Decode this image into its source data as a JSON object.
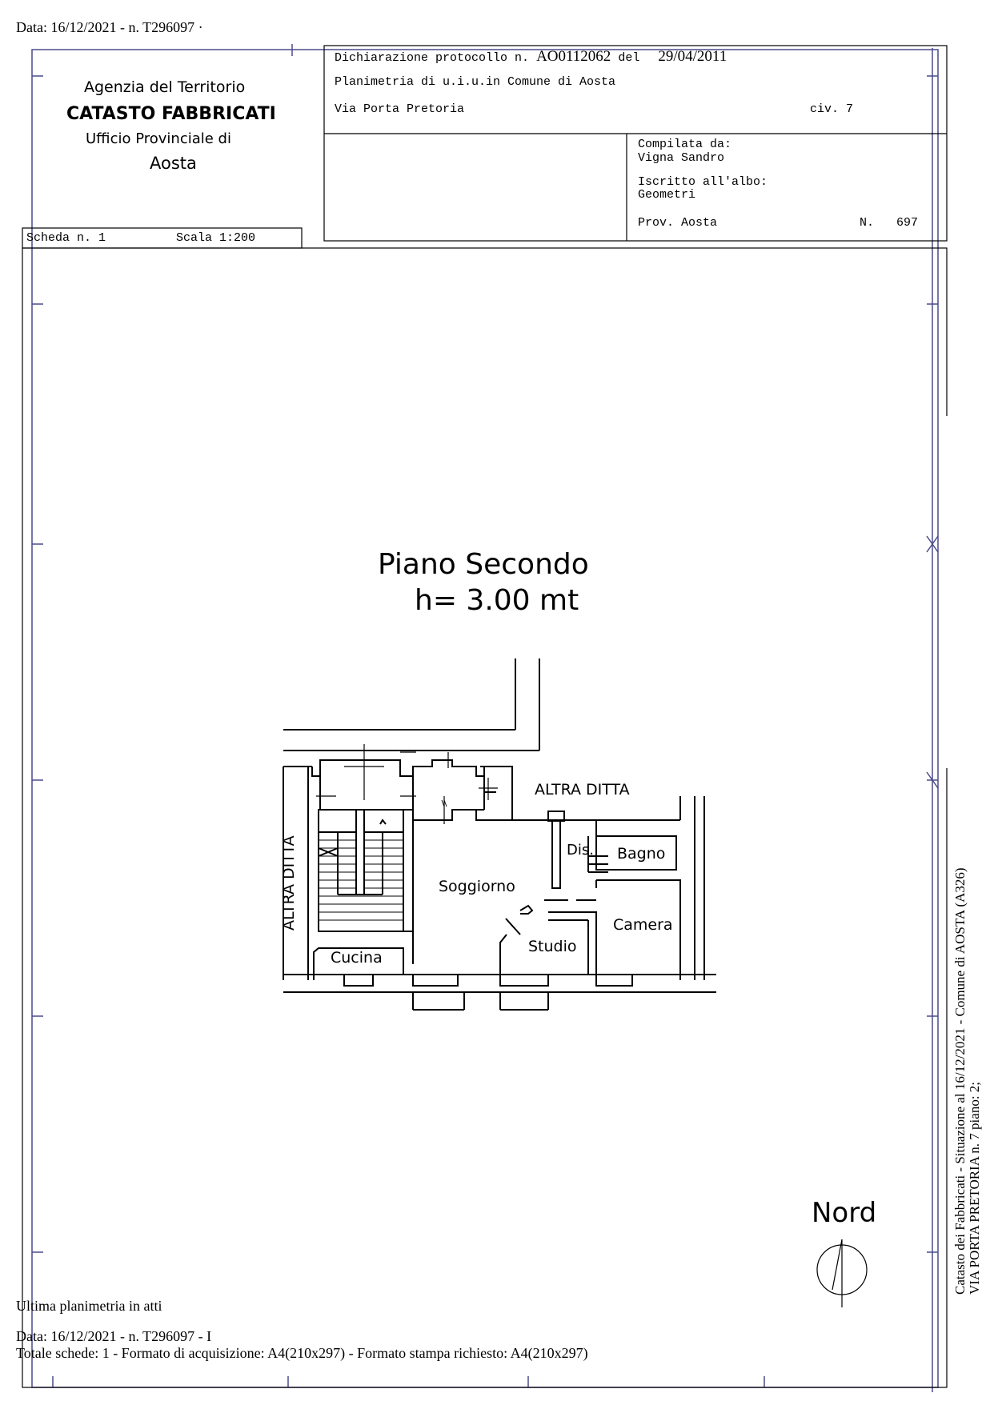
{
  "header_stamp": "Data: 16/12/2021 - n. T296097 ·",
  "agency": {
    "line1": "Agenzia del Territorio",
    "line2": "CATASTO FABBRICATI",
    "line3": "Ufficio Provinciale di",
    "line4": "Aosta"
  },
  "declaration": {
    "protocol_label": "Dichiarazione protocollo n.",
    "protocol_number": "AO0112062",
    "del_label": "del",
    "date": "29/04/2011",
    "planimetry": "Planimetria di u.i.u.in Comune di Aosta",
    "street": "Via Porta Pretoria",
    "civic": "civ. 7"
  },
  "compiler": {
    "compiled_label": "Compilata da:",
    "compiled_name": "Vigna Sandro",
    "register_label": "Iscritto all'albo:",
    "register_value": "Geometri",
    "province": "Prov. Aosta",
    "number_label": "N.",
    "number_value": "697"
  },
  "sheet": {
    "scheda": "Scheda n. 1",
    "scala": "Scala 1:200"
  },
  "plan": {
    "floor_title": "Piano Secondo",
    "height": "h= 3.00 mt",
    "rooms": {
      "altra_ditta_top": "ALTRA DITTA",
      "altra_ditta_left": "ALTRA DITTA",
      "dis": "Dis.",
      "bagno": "Bagno",
      "soggiorno": "Soggiorno",
      "camera": "Camera",
      "studio": "Studio",
      "cucina": "Cucina"
    },
    "north": "Nord"
  },
  "side_text": {
    "line1": "Catasto dei Fabbricati - Situazione al 16/12/2021 - Comune di AOSTA (A326)",
    "line2": "VIA PORTA PRETORIA n. 7 piano: 2;"
  },
  "footer": {
    "last_plan": "Ultima planimetria in atti",
    "date_line": "Data: 16/12/2021 - n. T296097 - I",
    "totals": "Totale schede: 1 - Formato di acquisizione: A4(210x297)  - Formato stampa richiesto: A4(210x297)"
  }
}
